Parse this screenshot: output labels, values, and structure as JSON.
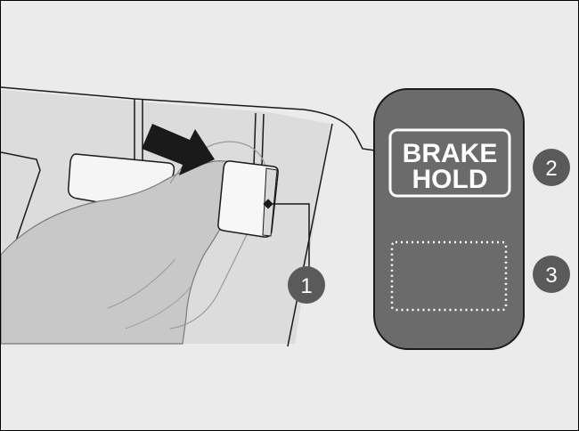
{
  "button": {
    "line1": "BRAKE",
    "line2": "HOLD"
  },
  "callouts": {
    "c1": "1",
    "c2": "2",
    "c3": "3"
  },
  "colors": {
    "background": "#ebebeb",
    "panel": "#6b6b6b",
    "callout": "#5a5a5a",
    "arrow": "#1a1a1a",
    "foot": "#c8c8c8",
    "floor": "#dcdcdc"
  },
  "icons": {
    "arrow": "push-arrow-icon",
    "indicator": "indicator-light-icon"
  }
}
